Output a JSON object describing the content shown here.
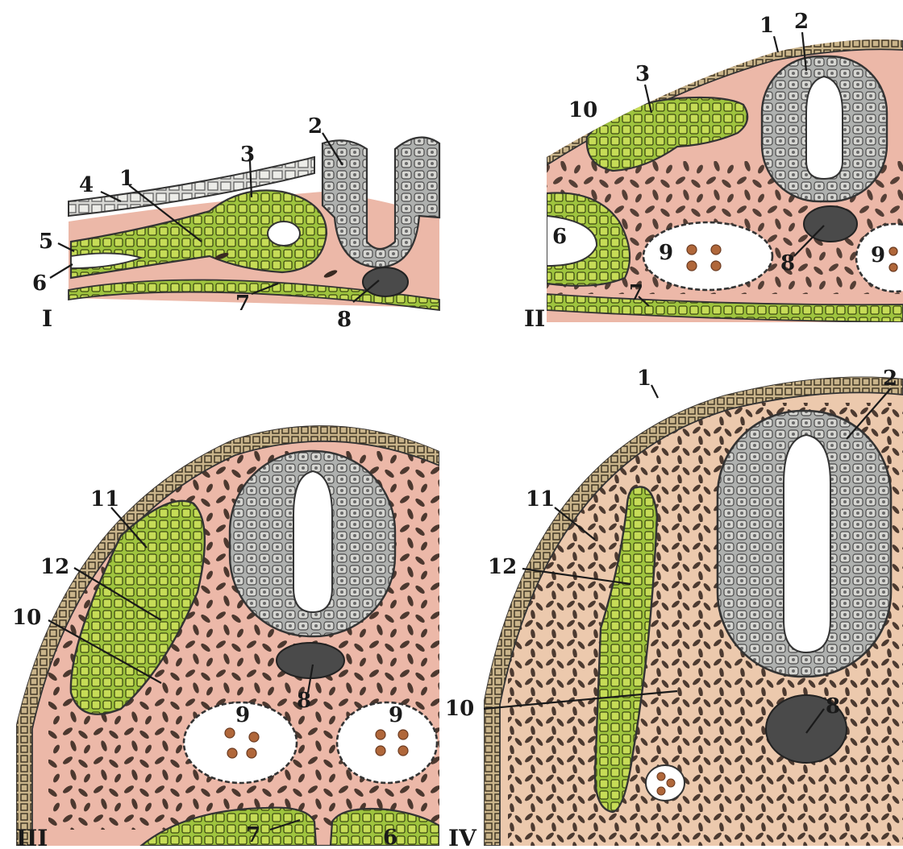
{
  "colors": {
    "background": "#ffffff",
    "mesenchyme": "#ecb8a8",
    "mesenchyme_late": "#ecc9ad",
    "ectoderm": "#c9b48a",
    "neural_tube": "#9ea0a0",
    "neural_tube_light": "#c9c9c6",
    "somite": "#8fb83a",
    "somite_bright": "#b5d24d",
    "notochord": "#4a4a4a",
    "cell": "#3a2a22",
    "blood_cell": "#b0673a"
  },
  "panels": [
    {
      "id": "I",
      "label": "I",
      "callouts": [
        "1",
        "2",
        "3",
        "4",
        "5",
        "6",
        "7",
        "8"
      ]
    },
    {
      "id": "II",
      "label": "II",
      "callouts": [
        "1",
        "2",
        "3",
        "6",
        "7",
        "8",
        "9",
        "9",
        "10"
      ]
    },
    {
      "id": "III",
      "label": "III",
      "callouts": [
        "6",
        "7",
        "8",
        "9",
        "9",
        "10",
        "11",
        "12"
      ]
    },
    {
      "id": "IV",
      "label": "IV",
      "callouts": [
        "1",
        "2",
        "8",
        "10",
        "11",
        "12"
      ]
    }
  ]
}
